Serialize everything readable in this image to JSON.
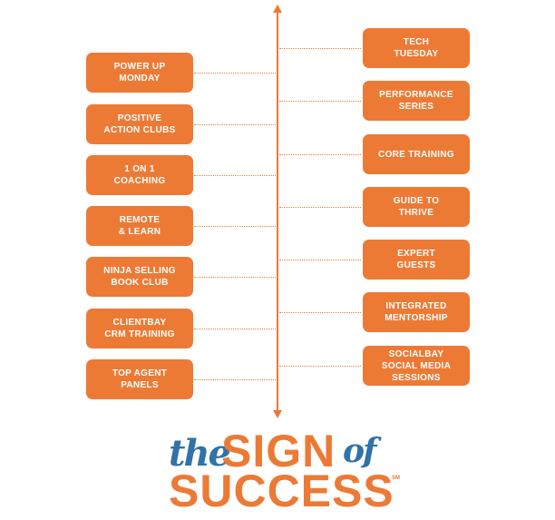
{
  "left_items": [
    {
      "line1": "POWER UP",
      "line2": "MONDAY"
    },
    {
      "line1": "POSITIVE",
      "line2": "ACTION CLUBS"
    },
    {
      "line1": "1 ON 1",
      "line2": "COACHING"
    },
    {
      "line1": "REMOTE",
      "line2": "& LEARN"
    },
    {
      "line1": "NINJA SELLING",
      "line2": "BOOK CLUB"
    },
    {
      "line1": "CLIENTBAY",
      "line2": "CRM TRAINING"
    },
    {
      "line1": "TOP AGENT",
      "line2": "PANELS"
    }
  ],
  "right_items": [
    {
      "line1": "TECH",
      "line2": "TUESDAY",
      "line3": ""
    },
    {
      "line1": "PERFORMANCE",
      "line2": "SERIES",
      "line3": ""
    },
    {
      "line1": "CORE TRAINING",
      "line2": "",
      "line3": ""
    },
    {
      "line1": "GUIDE TO",
      "line2": "THRIVE",
      "line3": ""
    },
    {
      "line1": "EXPERT",
      "line2": "GUESTS",
      "line3": ""
    },
    {
      "line1": "INTEGRATED",
      "line2": "MENTORSHIP",
      "line3": ""
    },
    {
      "line1": "SOCIALBAY",
      "line2": "SOCIAL MEDIA",
      "line3": "SESSIONS"
    }
  ],
  "logo": {
    "the": "the",
    "sign": "SIGN",
    "of": "of",
    "success": "SUCCESS",
    "mark": "SM"
  },
  "colors": {
    "orange": "#ec7a35",
    "blue": "#2f73a8"
  }
}
